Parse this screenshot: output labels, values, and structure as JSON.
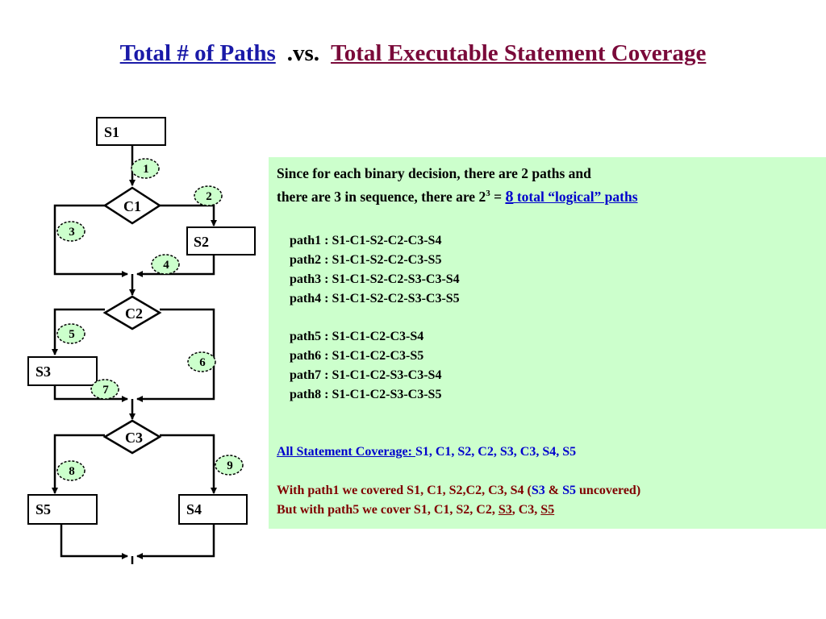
{
  "title": {
    "left": "Total # of Paths",
    "middle": ".vs.",
    "right": "Total Executable Statement Coverage"
  },
  "flowchart": {
    "nodes": {
      "s1": "S1",
      "c1": "C1",
      "s2": "S2",
      "c2": "C2",
      "s3": "S3",
      "c3": "C3",
      "s5": "S5",
      "s4": "S4"
    },
    "edge_labels": [
      "1",
      "2",
      "3",
      "4",
      "5",
      "6",
      "7",
      "8",
      "9"
    ]
  },
  "explanation": {
    "line1": "Since for each binary decision, there are 2 paths and",
    "line2_prefix": "there are 3 in sequence, there are 2",
    "line2_sup": "3",
    "line2_eq": " = ",
    "line2_count": "8",
    "line2_suffix": " total “logical” paths",
    "paths": [
      "path1 : S1-C1-S2-C2-C3-S4",
      "path2 : S1-C1-S2-C2-C3-S5",
      "path3 : S1-C1-S2-C2-S3-C3-S4",
      "path4 : S1-C1-S2-C2-S3-C3-S5",
      "path5 : S1-C1-C2-C3-S4",
      "path6 : S1-C1-C2-C3-S5",
      "path7 : S1-C1-C2-S3-C3-S4",
      "path8 : S1-C1-C2-S3-C3-S5"
    ],
    "coverage_label": "All Statement Coverage: ",
    "coverage_list": "S1, C1, S2, C2, S3, C3, S4, S5",
    "with_path1_text": "With path1 we covered S1, C1, S2,C2, C3, S4  (",
    "uncovered_a": "S3",
    "uncovered_amp": " & ",
    "uncovered_b": "S5",
    "uncovered_suffix": " uncovered)",
    "path5_text": "But with path5 we cover S1, C1, S2, C2, ",
    "path5_s3": "S3",
    "path5_mid": ", C3, ",
    "path5_s5": "S5"
  },
  "colors": {
    "title_blue": "#1a1aa8",
    "title_maroon": "#7a0a3a",
    "panel_bg": "#ccffcc",
    "label_circle_bg": "#ccffcc",
    "text_blue": "#0000cc",
    "text_maroon": "#800000"
  }
}
